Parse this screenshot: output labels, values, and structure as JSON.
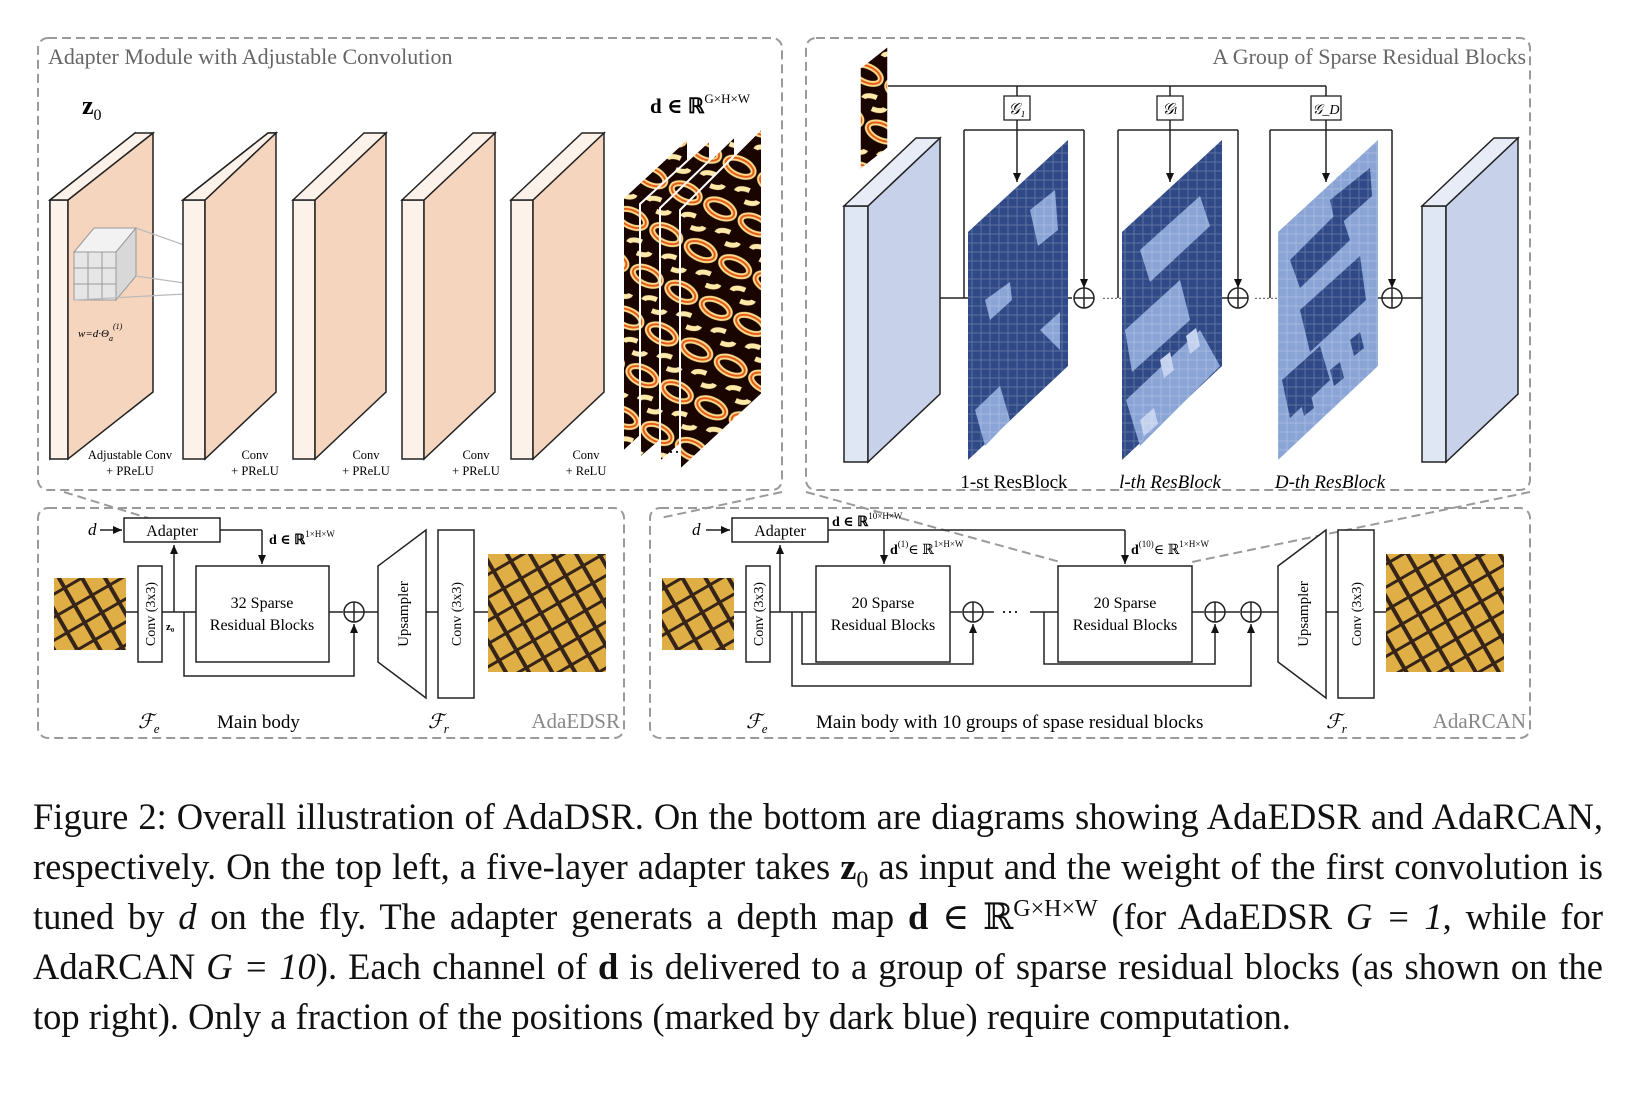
{
  "top_left": {
    "title": "Adapter Module with Adjustable Convolution",
    "z0_label": "z",
    "z0_sub": "0",
    "d_label": "d ∈ ℝ",
    "d_sup": "G×H×W",
    "weight_label": "w=d·Θ",
    "weight_sub": "a",
    "weight_sup": "(1)",
    "ellipsis": "···",
    "layers": [
      {
        "l1": "Adjustable Conv",
        "l2": "+ PReLU"
      },
      {
        "l1": "Conv",
        "l2": "+ PReLU"
      },
      {
        "l1": "Conv",
        "l2": "+ PReLU"
      },
      {
        "l1": "Conv",
        "l2": "+ PReLU"
      },
      {
        "l1": "Conv",
        "l2": "+ ReLU"
      }
    ]
  },
  "top_right": {
    "title": "A Group of Sparse Residual Blocks",
    "gates": [
      "𝒢₁",
      "𝒢ₗ",
      "𝒢_D"
    ],
    "blocks": [
      "1-st ResBlock",
      "l-th ResBlock",
      "D-th ResBlock"
    ],
    "dots": "······"
  },
  "bottom_left": {
    "d_input": "d",
    "adapter": "Adapter",
    "d_out": "d ∈ ℝ",
    "d_out_sup": "1×H×W",
    "conv1": "Conv (3x3)",
    "z0": "z₀",
    "main_block": [
      "32 Sparse",
      "Residual Blocks"
    ],
    "upsampler": "Upsampler",
    "conv2": "Conv (3x3)",
    "fe": "ℱ",
    "fe_sub": "e",
    "main_body": "Main body",
    "fr": "ℱ",
    "fr_sub": "r",
    "name": "AdaEDSR"
  },
  "bottom_right": {
    "d_input": "d",
    "adapter": "Adapter",
    "d_top": "d ∈ ℝ",
    "d_top_sup": "10×H×W",
    "d1": "d",
    "d1_sup": "(1)",
    "d1_rest": "∈ ℝ",
    "d1_rest_sup": "1×H×W",
    "d10": "d",
    "d10_sup": "(10)",
    "d10_rest": "∈ ℝ",
    "d10_rest_sup": "1×H×W",
    "conv1": "Conv (3x3)",
    "group1": [
      "20 Sparse",
      "Residual Blocks"
    ],
    "group10": [
      "20 Sparse",
      "Residual Blocks"
    ],
    "dots": "···",
    "upsampler": "Upsampler",
    "conv2": "Conv (3x3)",
    "fe": "ℱ",
    "fe_sub": "e",
    "main_body": "Main body with 10 groups of spase residual blocks",
    "fr": "ℱ",
    "fr_sub": "r",
    "name": "AdaRCAN"
  },
  "caption": {
    "prefix": "Figure 2:",
    "t1": "Overall illustration of AdaDSR. On the bottom are diagrams showing AdaEDSR and AdaRCAN, respectively. On the top left, a five-layer adapter takes",
    "z": "z",
    "z_sub": "0",
    "t2": "as input and the weight of the first convolution is tuned by",
    "d_italic": "d",
    "t3": "on the fly. The adapter generats a depth map",
    "d_bold": "d",
    "in_r": "∈ ℝ",
    "r_sup": "G×H×W",
    "t4": "(for AdaEDSR",
    "g1": "G = 1",
    "t5": ", while for AdaRCAN",
    "g10": "G = 10",
    "t6": "). Each channel of",
    "d_bold2": "d",
    "t7": "is delivered to a group of sparse residual blocks (as shown on the top right). Only a fraction of the positions (marked by dark blue) require computation."
  },
  "colors": {
    "panel_border": "#9a9a9a",
    "slab_front": "#f6d5bf",
    "slab_side": "#fbebe0",
    "blue_slab": "#c7d2ea",
    "block_dark": "#2f4a86",
    "block_light": "#8aa4d6"
  }
}
